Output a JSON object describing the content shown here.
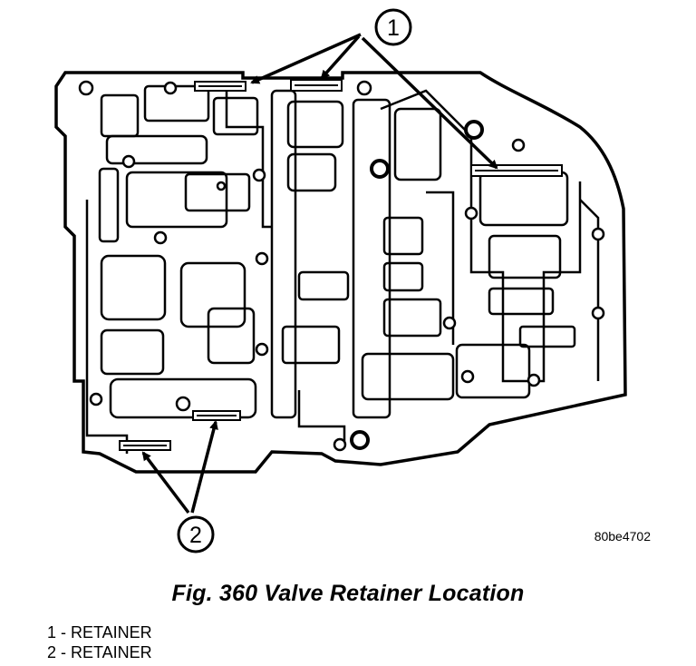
{
  "figure": {
    "code": "80be4702",
    "caption": "Fig. 360 Valve Retainer Location"
  },
  "callouts": [
    {
      "number": "1",
      "target": "RETAINER"
    },
    {
      "number": "2",
      "target": "RETAINER"
    }
  ],
  "legend": [
    {
      "text": "1 - RETAINER"
    },
    {
      "text": "2 - RETAINER"
    }
  ],
  "colors": {
    "ink": "#000000",
    "paper": "#ffffff"
  }
}
